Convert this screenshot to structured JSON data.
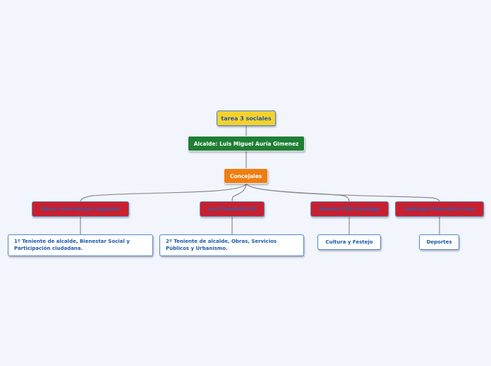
{
  "diagram": {
    "root": {
      "label": "tarea 3 sociales",
      "color": "#f7d12b"
    },
    "mayor": {
      "label": "Alcalde: Luis Miguel Auría Gimenez",
      "color": "#1e7e34"
    },
    "council": {
      "label": "Concejales",
      "color": "#f07d10"
    },
    "members": [
      {
        "name": "María Luisa Arazzo Lagnarto",
        "role": "1º Teniente de alcalde, Bienestar Social y Participación ciudadana."
      },
      {
        "name": "Luis Peñacolla Gil",
        "role": "2º Teniente de alcalde, Obras, Servicios Públicos y Urbanismo."
      },
      {
        "name": "Rosario Cilla Santiago",
        "role": "Cultura y Festejo"
      },
      {
        "name": "Santiago Peñacolla Aznar",
        "role": "Deportes"
      }
    ],
    "member_color": "#c8202f",
    "connector_color": "#8a8a8a"
  }
}
